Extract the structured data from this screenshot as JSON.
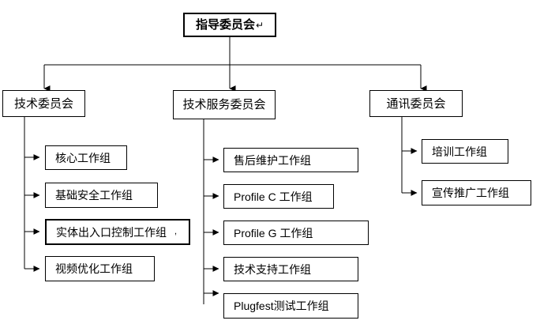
{
  "diagram": {
    "type": "organizational-chart",
    "title_text": "指导委员会",
    "root": {
      "id": "steering-committee",
      "label": "指导委员会",
      "trailing_mark": "↵"
    },
    "committees": [
      {
        "id": "technical-committee",
        "label": "技术委员会",
        "workgroups": [
          {
            "id": "core-wg",
            "label": "核心工作组",
            "trailing_mark": ""
          },
          {
            "id": "basic-security-wg",
            "label": "基础安全工作组",
            "trailing_mark": ""
          },
          {
            "id": "physical-access-control-wg",
            "label": "实体出入口控制工作组",
            "trailing_mark": ","
          },
          {
            "id": "video-optimization-wg",
            "label": "视频优化工作组",
            "trailing_mark": ""
          }
        ]
      },
      {
        "id": "technical-service-committee",
        "label": "技术服务委员会",
        "workgroups": [
          {
            "id": "after-sales-maintenance-wg",
            "label": "售后维护工作组",
            "trailing_mark": ""
          },
          {
            "id": "profile-c-wg",
            "label": "Profile C 工作组",
            "trailing_mark": ""
          },
          {
            "id": "profile-g-wg",
            "label": "Profile G 工作组",
            "trailing_mark": ""
          },
          {
            "id": "technical-support-wg",
            "label": "技术支持工作组",
            "trailing_mark": ""
          },
          {
            "id": "plugfest-test-wg",
            "label": "Plugfest测试工作组",
            "trailing_mark": ""
          }
        ]
      },
      {
        "id": "communications-committee",
        "label": "通讯委员会",
        "workgroups": [
          {
            "id": "training-wg",
            "label": "培训工作组",
            "trailing_mark": ""
          },
          {
            "id": "promotion-wg",
            "label": "宣传推广工作组",
            "trailing_mark": ""
          }
        ]
      }
    ],
    "colors": {
      "background": "#ffffff",
      "line": "#000000",
      "box_fill": "#ffffff",
      "text": "#000000"
    }
  }
}
